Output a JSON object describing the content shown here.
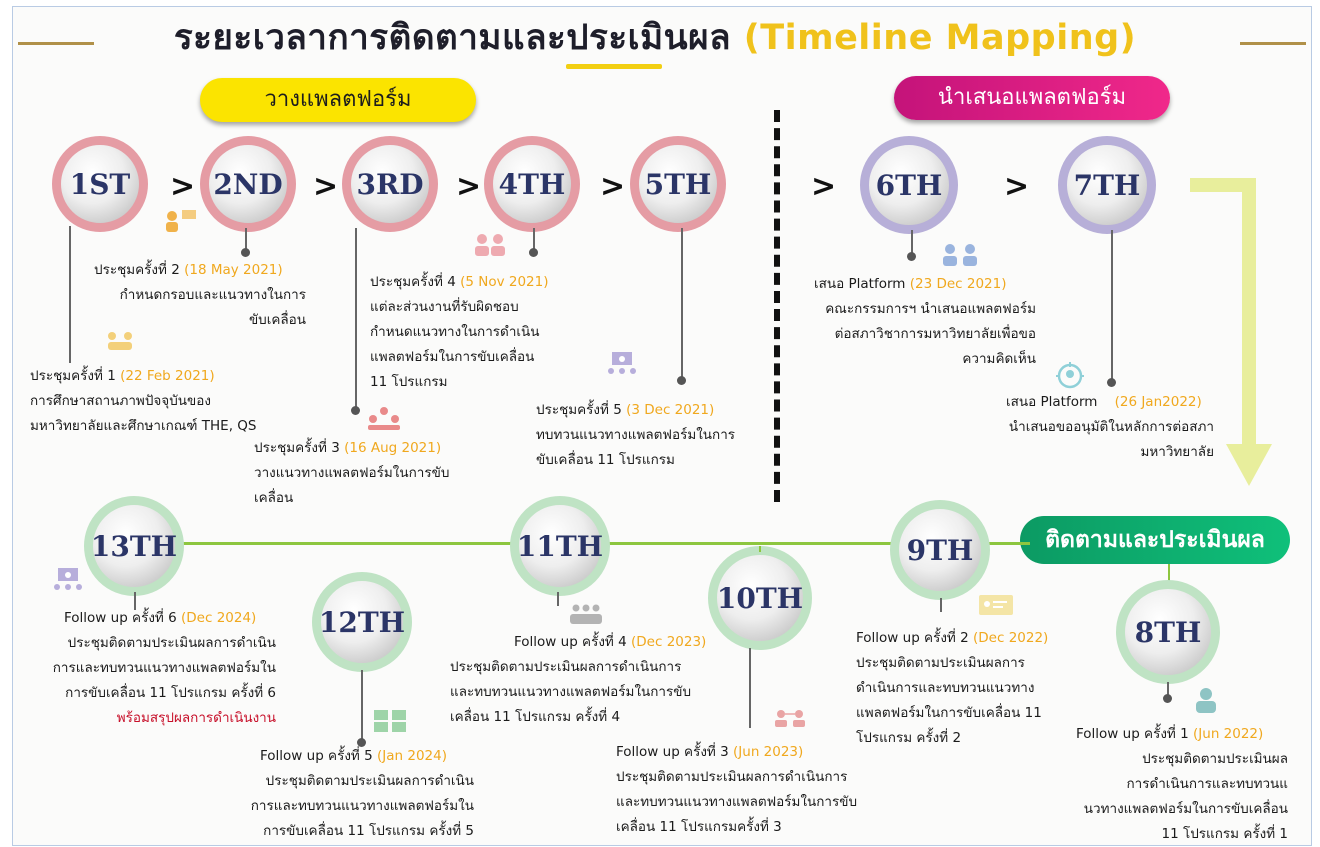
{
  "title": {
    "thai": "ระยะเวลาการติดตามและประเมินผล",
    "english": "(Timeline Mapping)"
  },
  "sections": {
    "build": "วางแพลตฟอร์ม",
    "present": "นำเสนอแพลตฟอร์ม",
    "monitor": "ติดตามและประเมินผล"
  },
  "nodes": {
    "n1": "1ST",
    "n2": "2ND",
    "n3": "3RD",
    "n4": "4TH",
    "n5": "5TH",
    "n6": "6TH",
    "n7": "7TH",
    "n8": "8TH",
    "n9": "9TH",
    "n10": "10TH",
    "n11": "11TH",
    "n12": "12TH",
    "n13": "13TH"
  },
  "arrow_glyph": ">",
  "events": {
    "e1": {
      "head": "ประชุมครั้งที่ 1",
      "date": "(22 Feb 2021)",
      "lines": [
        "การศึกษาสถานภาพปัจจุบันของ",
        "มหาวิทยาลัยและศึกษาเกณฑ์ THE, QS"
      ]
    },
    "e2": {
      "head": "ประชุมครั้งที่ 2",
      "date": "(18 May 2021)",
      "lines": [
        "กำหนดกรอบและแนวทางในการ",
        "ขับเคลื่อน"
      ]
    },
    "e3": {
      "head": "ประชุมครั้งที่ 3",
      "date": "(16 Aug 2021)",
      "lines": [
        "วางแนวทางแพลตฟอร์มในการขับ",
        "เคลื่อน"
      ]
    },
    "e4": {
      "head": "ประชุมครั้งที่ 4",
      "date": "(5 Nov 2021)",
      "lines": [
        "แต่ละส่วนงานที่รับผิดชอบ",
        "กำหนดแนวทางในการดำเนิน",
        "แพลตฟอร์มในการขับเคลื่อน",
        "11 โปรแกรม"
      ]
    },
    "e5": {
      "head": "ประชุมครั้งที่ 5",
      "date": "(3 Dec 2021)",
      "lines": [
        "ทบทวนแนวทางแพลตฟอร์มในการ",
        "ขับเคลื่อน 11 โปรแกรม"
      ]
    },
    "e6": {
      "head": "เสนอ Platform",
      "date": "(23 Dec 2021)",
      "lines": [
        "คณะกรรมการฯ นำเสนอแพลตฟอร์ม",
        "ต่อสภาวิชาการมหาวิทยาลัยเพื่อขอ",
        "ความคิดเห็น"
      ]
    },
    "e7": {
      "head": "เสนอ Platform",
      "date": "(26 Jan2022)",
      "lines": [
        "นำเสนอขออนุมัติในหลักการต่อสภา",
        "มหาวิทยาลัย"
      ]
    },
    "e8": {
      "head": "Follow up ครั้งที่ 1",
      "date": "(Jun 2022)",
      "lines": [
        "ประชุมติดตามประเมินผล",
        "การดำเนินการและทบทวนแ",
        "นวทางแพลตฟอร์มในการขับเคลื่อน",
        "11 โปรแกรม ครั้งที่ 1"
      ]
    },
    "e9": {
      "head": "Follow up ครั้งที่ 2",
      "date": "(Dec 2022)",
      "lines": [
        "ประชุมติดตามประเมินผลการ",
        "ดำเนินการและทบทวนแนวทาง",
        "แพลตฟอร์มในการขับเคลื่อน 11",
        "โปรแกรม ครั้งที่ 2"
      ]
    },
    "e10": {
      "head": "Follow up ครั้งที่ 3",
      "date": "(Jun 2023)",
      "lines": [
        "ประชุมติดตามประเมินผลการดำเนินการ",
        "และทบทวนแนวทางแพลตฟอร์มในการขับ",
        "เคลื่อน 11 โปรแกรมครั้งที่ 3"
      ]
    },
    "e11": {
      "head": "Follow up ครั้งที่ 4",
      "date": "(Dec 2023)",
      "lines": [
        "ประชุมติดตามประเมินผลการดำเนินการ",
        "และทบทวนแนวทางแพลตฟอร์มในการขับ",
        "เคลื่อน 11 โปรแกรม ครั้งที่ 4"
      ]
    },
    "e12": {
      "head": "Follow up ครั้งที่ 5",
      "date": "(Jan 2024)",
      "lines": [
        "ประชุมติดตามประเมินผลการดำเนิน",
        "การและทบทวนแนวทางแพลตฟอร์มใน",
        "การขับเคลื่อน 11 โปรแกรม ครั้งที่ 5"
      ]
    },
    "e13": {
      "head": "Follow up ครั้งที่ 6",
      "date": "(Dec 2024)",
      "lines": [
        "ประชุมติดตามประเมินผลการดำเนิน",
        "การและทบทวนแนวทางแพลตฟอร์มใน",
        "การขับเคลื่อน 11 โปรแกรม ครั้งที่ 6"
      ],
      "note": "พร้อมสรุปผลการดำเนินงาน"
    }
  },
  "icons": [
    "person-board-icon",
    "team-meeting-icon",
    "group-discussion-icon",
    "people-pair-icon",
    "presenter-icon",
    "people-exchange-icon",
    "target-person-icon",
    "person-icon",
    "id-card-icon",
    "network-people-icon",
    "audience-icon",
    "chart-board-icon",
    "presenter-icon"
  ]
}
